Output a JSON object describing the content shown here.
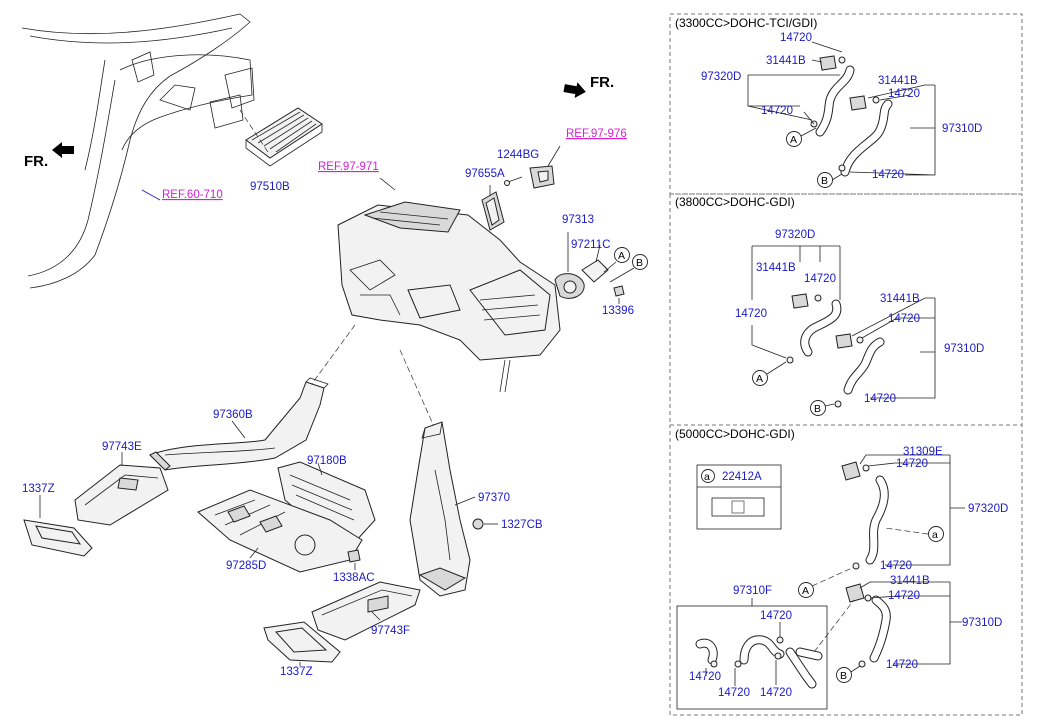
{
  "main": {
    "fr_left": "FR.",
    "fr_right": "FR.",
    "labels": {
      "p97510B": "97510B",
      "ref60710": "REF.60-710",
      "ref97971": "REF.97-971",
      "ref97976": "REF.97-976",
      "p1244BG": "1244BG",
      "p97655A": "97655A",
      "p97313": "97313",
      "p97211C": "97211C",
      "p13396": "13396",
      "p97360B": "97360B",
      "p97743E": "97743E",
      "p1337Z_a": "1337Z",
      "p97180B": "97180B",
      "p97285D": "97285D",
      "p1338AC": "1338AC",
      "p97370": "97370",
      "p1327CB": "1327CB",
      "p97743F": "97743F",
      "p1337Z_b": "1337Z"
    },
    "callouts": {
      "a": "A",
      "b": "B"
    }
  },
  "panel1": {
    "title": "(3300CC>DOHC-TCI/GDI)",
    "labels": {
      "l14720_top": "14720",
      "l31441B_a": "31441B",
      "l97320D": "97320D",
      "l31441B_b": "31441B",
      "l14720_r": "14720",
      "l14720_l": "14720",
      "l97310D": "97310D",
      "l14720_bot": "14720"
    },
    "callouts": {
      "a": "A",
      "b": "B"
    }
  },
  "panel2": {
    "title": "(3800CC>DOHC-GDI)",
    "labels": {
      "l97320D": "97320D",
      "l31441B_a": "31441B",
      "l14720_a": "14720",
      "l14720_l": "14720",
      "l31441B_b": "31441B",
      "l14720_r": "14720",
      "l97310D": "97310D",
      "l14720_bot": "14720"
    },
    "callouts": {
      "a": "A",
      "b": "B"
    }
  },
  "panel3": {
    "title": "(5000CC>DOHC-GDI)",
    "legend_code": "22412A",
    "legend_letter": "a",
    "labels": {
      "l31309E": "31309E",
      "l14720_a": "14720",
      "l97320D": "97320D",
      "l14720_b": "14720",
      "l97310F": "97310F",
      "l14720_c": "14720",
      "l31441B": "31441B",
      "l14720_d": "14720",
      "l97310D": "97310D",
      "l14720_e": "14720",
      "l14720_f": "14720",
      "l14720_g": "14720",
      "l14720_h": "14720"
    },
    "callouts": {
      "a": "A",
      "b": "B",
      "sa": "a"
    }
  }
}
